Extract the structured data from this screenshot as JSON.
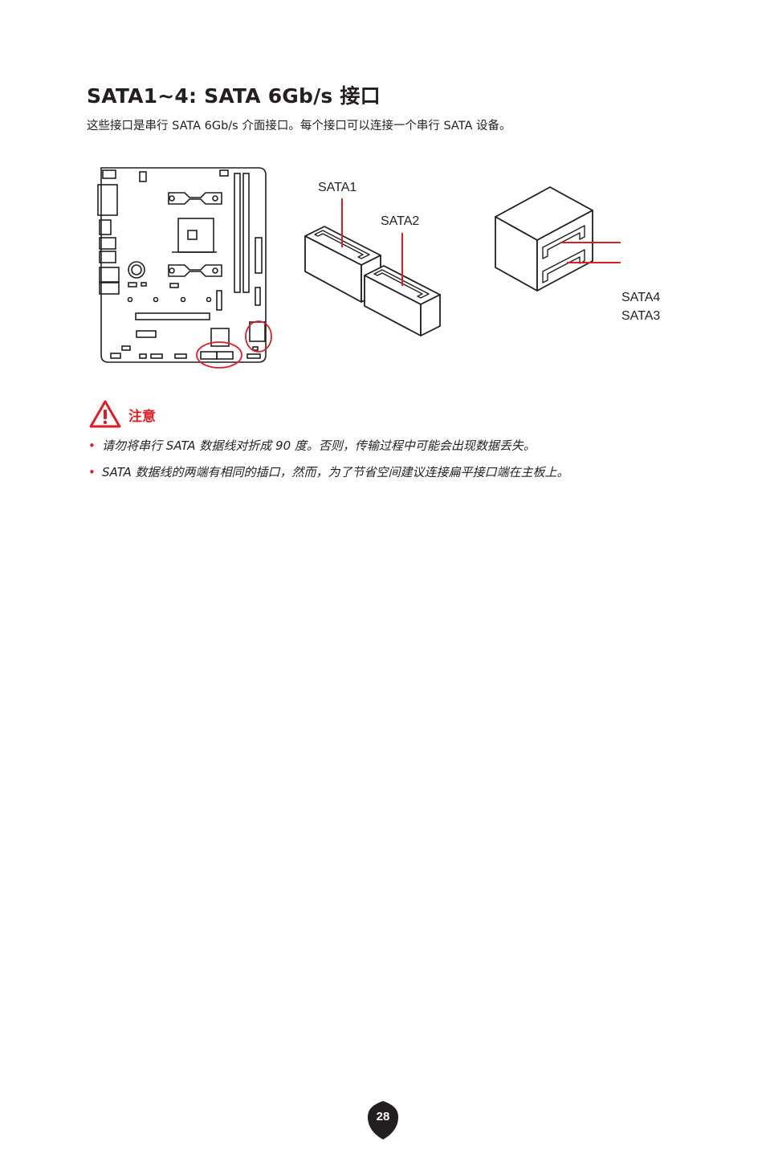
{
  "heading": "SATA1~4: SATA 6Gb/s 接口",
  "intro": "这些接口是串行 SATA 6Gb/s 介面接口。每个接口可以连接一个串行 SATA 设备。",
  "figure": {
    "labels": {
      "sata1": "SATA1",
      "sata2": "SATA2",
      "sata4": "SATA4",
      "sata3": "SATA3"
    },
    "accent_color": "#e31b23"
  },
  "note": {
    "title": "注意",
    "icon": "warning-triangle-icon",
    "items": [
      "请勿将串行 SATA 数据线对折成 90 度。否则，传输过程中可能会出现数据丢失。",
      "SATA 数据线的两端有相同的插口，然而，为了节省空间建议连接扁平接口端在主板上。"
    ]
  },
  "footer": {
    "page_number": "28"
  }
}
